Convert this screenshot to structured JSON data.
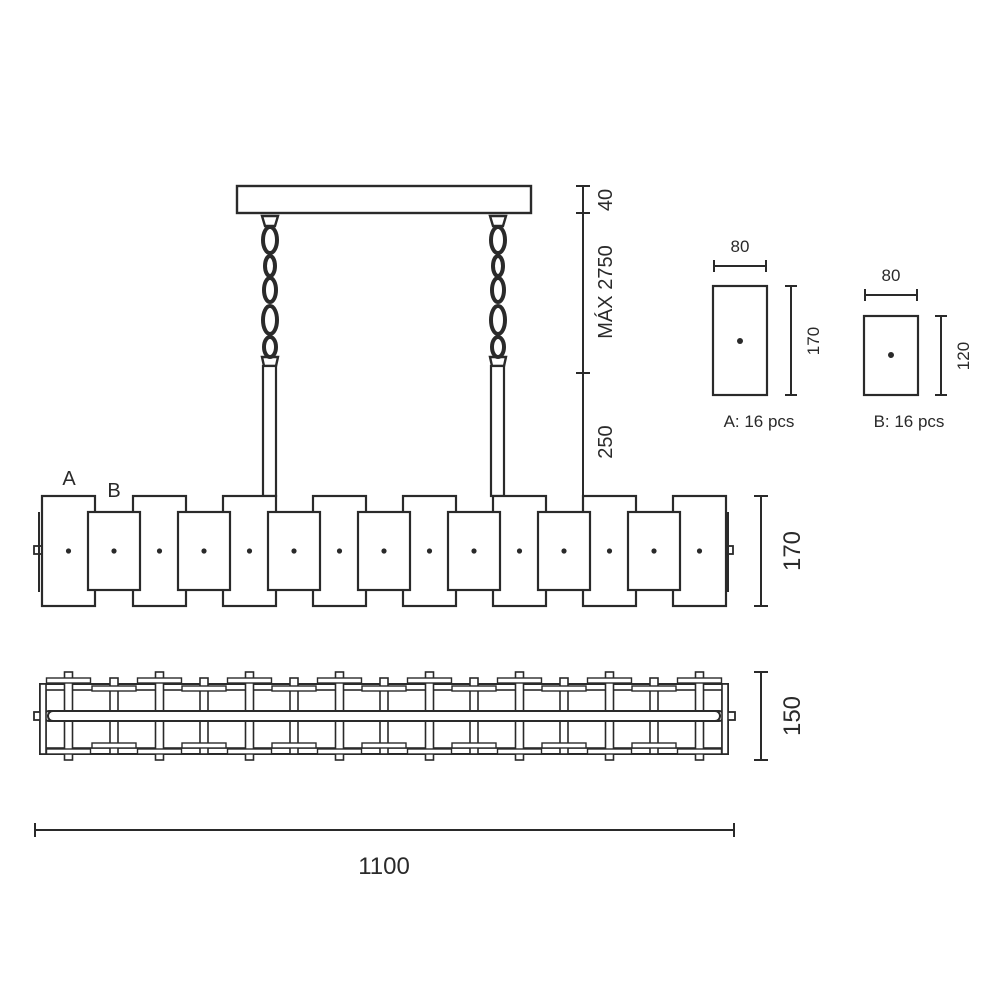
{
  "drawing": {
    "line_color": "#2a2a2a",
    "background": "#ffffff",
    "labels": {
      "panel_a": "A",
      "panel_b": "B"
    },
    "dimensions": {
      "canopy_height": "40",
      "max_drop": "MÁX 2750",
      "rod_length": "250",
      "body_height": "170",
      "body_depth": "150",
      "total_length": "1100"
    },
    "details": {
      "panel_a": {
        "width": "80",
        "height": "170",
        "caption": "A: 16 pcs"
      },
      "panel_b": {
        "width": "80",
        "height": "120",
        "caption": "B: 16 pcs"
      }
    }
  }
}
